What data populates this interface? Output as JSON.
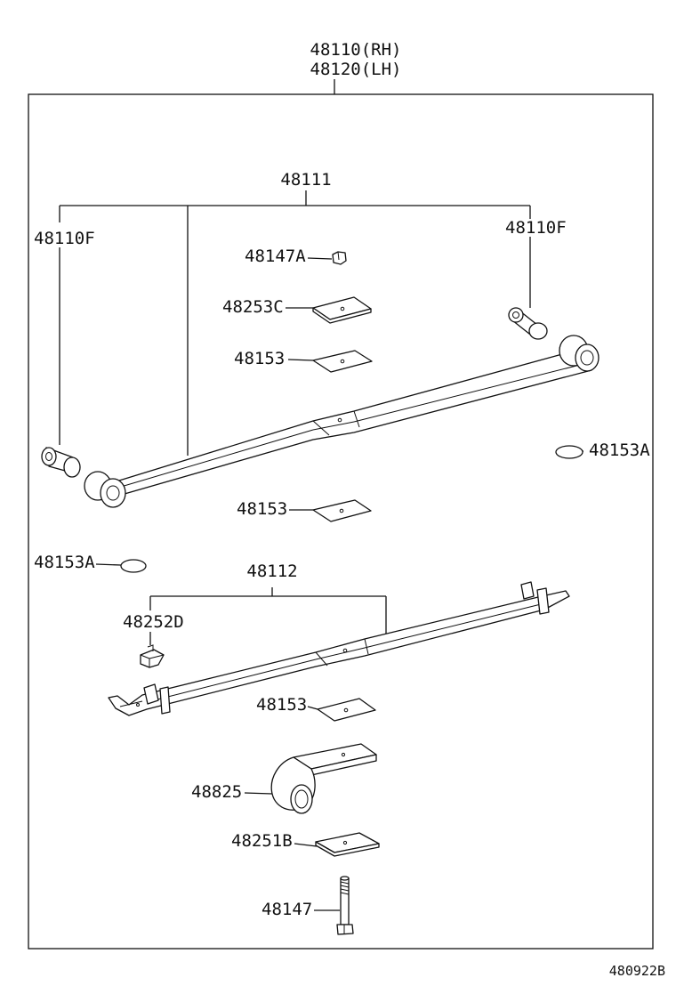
{
  "assembly": {
    "rh": "48110(RH)",
    "lh": "48120(LH)"
  },
  "labels": {
    "p48111": "48111",
    "p48110f_left": "48110F",
    "p48110f_right": "48110F",
    "p48147a": "48147A",
    "p48253c": "48253C",
    "p48153_upper": "48153",
    "p48153a_right": "48153A",
    "p48153_mid": "48153",
    "p48153a_left": "48153A",
    "p48112": "48112",
    "p48252d": "48252D",
    "p48153_lower": "48153",
    "p48825": "48825",
    "p48251b": "48251B",
    "p48147": "48147"
  },
  "diagram_code": "480922B"
}
